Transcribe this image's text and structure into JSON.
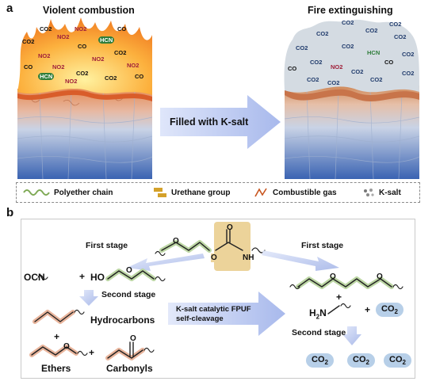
{
  "panel_a": {
    "label": "a",
    "left_title": "Violent combustion",
    "right_title": "Fire extinguishing",
    "arrow_text": "Filled with K-salt",
    "left_gases": [
      "CO2",
      "NO2",
      "HCN",
      "CO",
      "NO2",
      "CO2",
      "NO2",
      "CO",
      "NO2",
      "HCN",
      "CO2",
      "NO2",
      "CO",
      "CO2",
      "NO2",
      "CO",
      "CO2",
      "NO2"
    ],
    "right_gases": [
      "CO2",
      "CO2",
      "CO2",
      "CO2",
      "CO2",
      "CO",
      "CO2",
      "NO2",
      "HCN",
      "CO2",
      "CO",
      "CO2",
      "CO2",
      "CO2",
      "CO2",
      "CO2",
      "CO2",
      "CO2"
    ]
  },
  "legend": {
    "items": [
      {
        "label": "Polyether chain",
        "icon": "wavy-chain-icon"
      },
      {
        "label": "Urethane group",
        "icon": "urethane-block-icon"
      },
      {
        "label": "Combustible gas",
        "icon": "combustible-gas-icon"
      },
      {
        "label": "K-salt",
        "icon": "k-salt-dots-icon"
      }
    ]
  },
  "panel_b": {
    "label": "b",
    "left_first_stage": "First stage",
    "right_first_stage": "First stage",
    "left_second_stage": "Second stage",
    "right_second_stage": "Second stage",
    "ocn": "OCN",
    "ho": "HO",
    "plus": "+",
    "hydrocarbons": "Hydrocarbons",
    "ethers": "Ethers",
    "carbonyls": "Carbonyls",
    "center_arrow_text": "K-salt catalytic FPUF self-cleavage",
    "amine": "H2N",
    "co2_label": "CO2",
    "urethane_o1": "O",
    "urethane_o2": "O",
    "urethane_nh": "NH",
    "ether_o": "O",
    "carbonyl_o": "O"
  },
  "colors": {
    "fire_orange": "#f39a2a",
    "foam_grey": "#d4dbe2",
    "foam_blue": "#3b68b6",
    "chain_green": "#7faa56",
    "chain_orange": "#e6a07c",
    "urethane_gold": "#ecd39a",
    "arrow_blue": "#b9c7ee",
    "co2_blue": "#b7cfe8"
  }
}
